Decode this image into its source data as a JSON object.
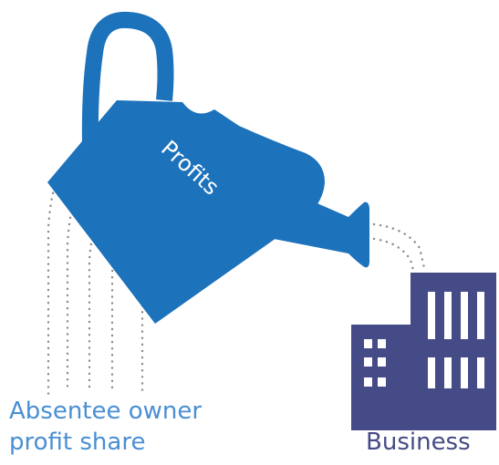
{
  "can_label": "Profits",
  "owner_caption": {
    "line1": "Absentee owner",
    "line2": "profit share"
  },
  "business_caption": "Business",
  "colors": {
    "can_blue": "#1c72bb",
    "owner_text": "#4a8fd2",
    "building": "#454b86",
    "dots": "#8a8a8a"
  },
  "icons": {
    "can": "watering-can-icon",
    "building": "office-building-icon"
  }
}
